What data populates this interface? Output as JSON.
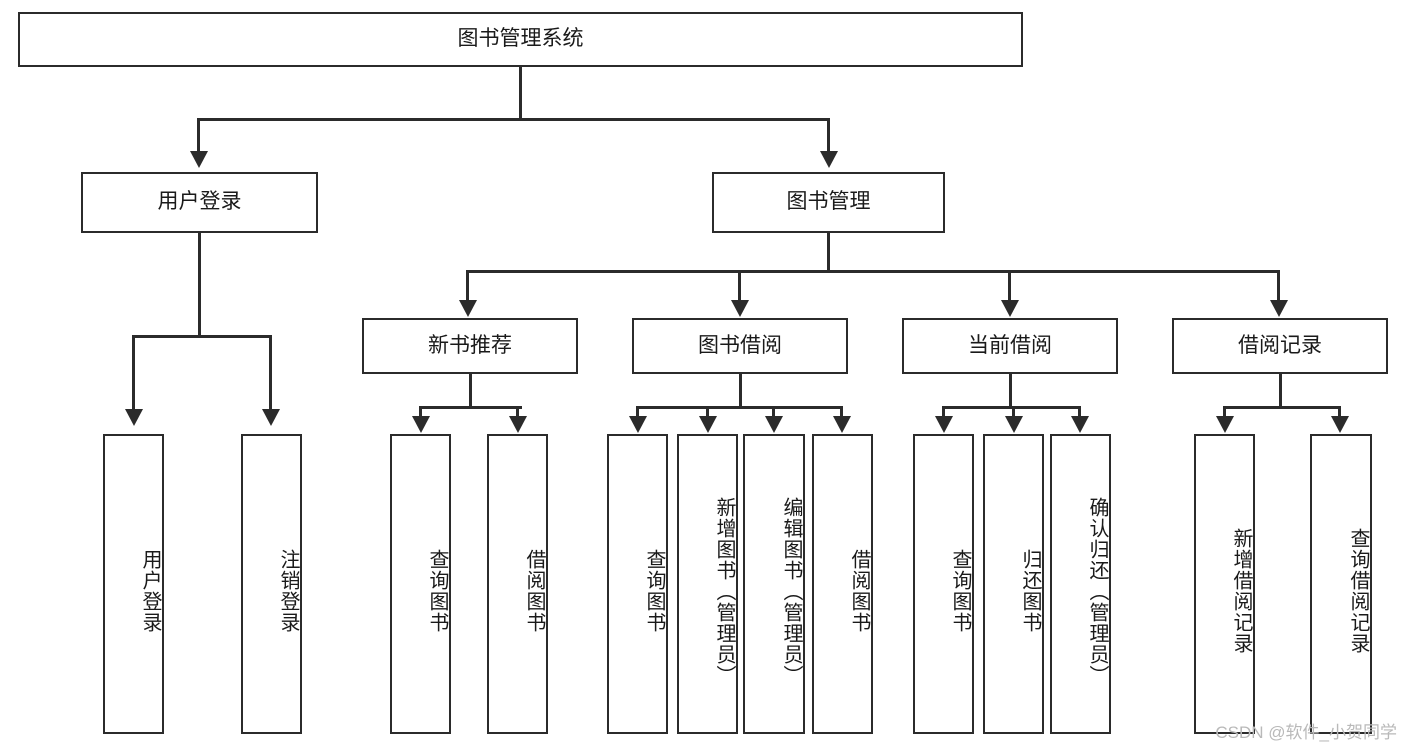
{
  "diagram": {
    "title": "图书管理系统",
    "root": {
      "label": "图书管理系统"
    },
    "level1": [
      {
        "label": "用户登录"
      },
      {
        "label": "图书管理"
      }
    ],
    "level2": [
      {
        "label": "新书推荐"
      },
      {
        "label": "图书借阅"
      },
      {
        "label": "当前借阅"
      },
      {
        "label": "借阅记录"
      }
    ],
    "leaves": {
      "user_login": [
        {
          "label": "用户登录"
        },
        {
          "label": "注销登录"
        }
      ],
      "new_book_recommend": [
        {
          "label": "查询图书"
        },
        {
          "label": "借阅图书"
        }
      ],
      "book_borrow": [
        {
          "label": "查询图书"
        },
        {
          "label": "新增图书（管理员）"
        },
        {
          "label": "编辑图书（管理员）"
        },
        {
          "label": "借阅图书"
        }
      ],
      "current_borrow": [
        {
          "label": "查询图书"
        },
        {
          "label": "归还图书"
        },
        {
          "label": "确认归还（管理员）"
        }
      ],
      "borrow_record": [
        {
          "label": "新增借阅记录"
        },
        {
          "label": "查询借阅记录"
        }
      ]
    }
  },
  "watermark": {
    "text": "CSDN @软件_小贺同学"
  },
  "colors": {
    "line": "#2b2b2b",
    "text": "#1a1a1a",
    "background": "#ffffff",
    "watermark": "#b9b9b9"
  }
}
